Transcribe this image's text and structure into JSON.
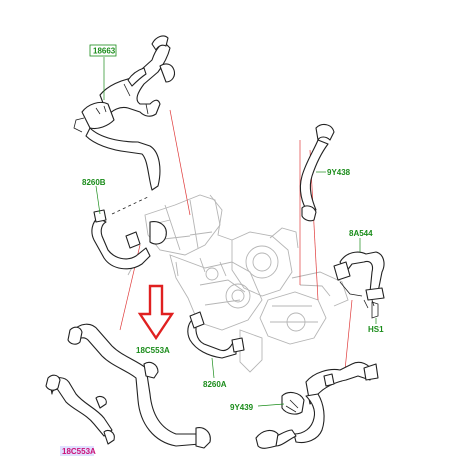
{
  "colors": {
    "label_text": "#1a8c1a",
    "leader_green": "#1a8c1a",
    "leader_red": "#e03a3a",
    "arrow_red": "#e02020",
    "highlight_bg": "#e0e0ff",
    "highlight_text": "#cc1177",
    "hose_stroke": "#222222",
    "engine_gray": "#b5b5b5"
  },
  "labels": {
    "l18663": "18663",
    "l8260B": "8260B",
    "l9Y438": "9Y438",
    "l8A544": "8A544",
    "lHS1": "HS1",
    "l18C553A": "18C553A",
    "l8260A": "8260A",
    "l9Y439": "9Y439",
    "lHighlighted": "18C553A"
  },
  "callouts": {
    "highlighted_part": "18C553A",
    "arrow_icon": "down-arrow-icon"
  }
}
